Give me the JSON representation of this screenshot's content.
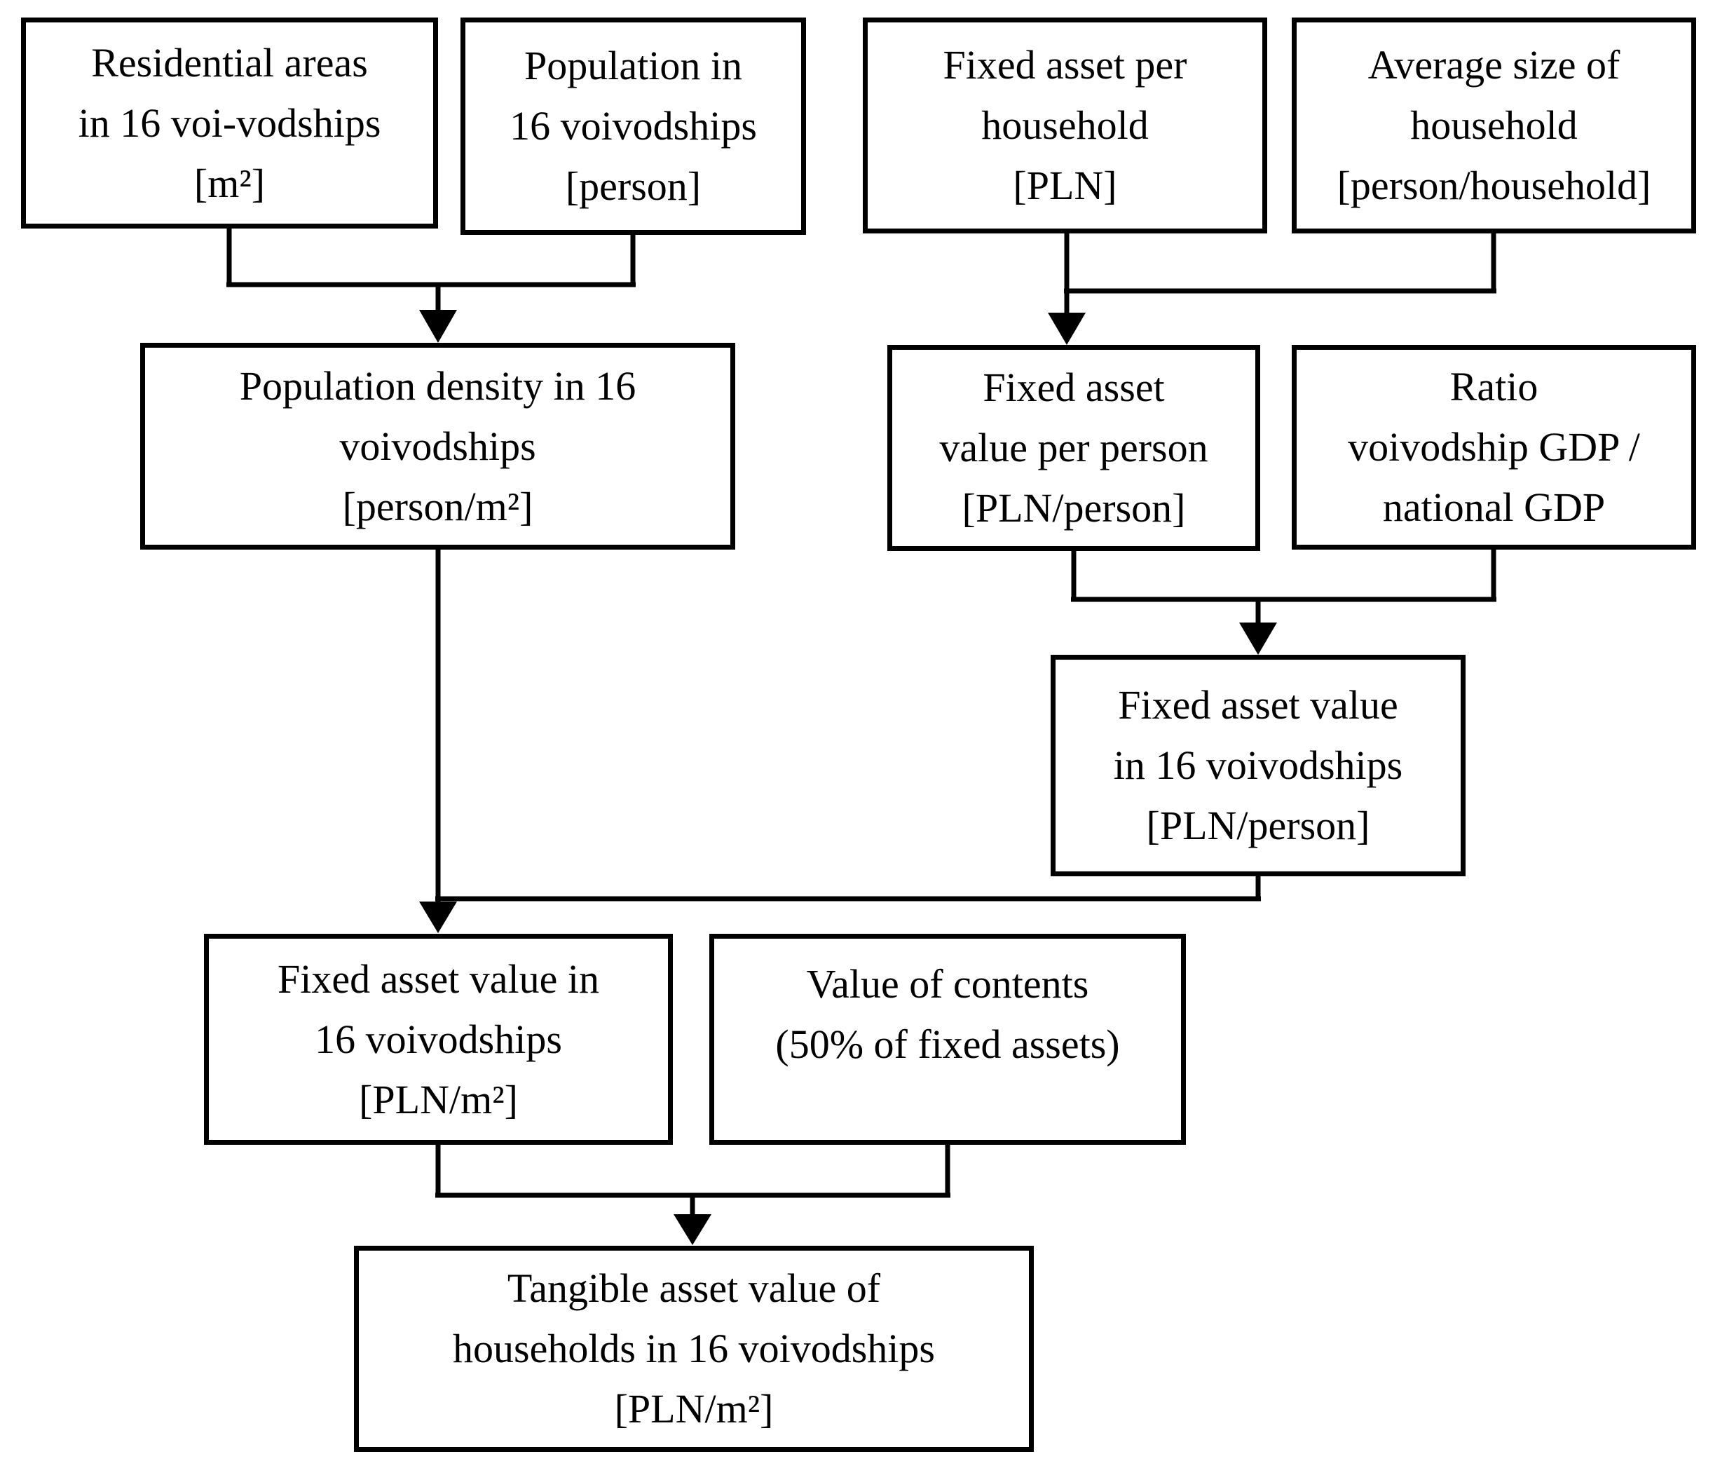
{
  "diagram": {
    "title": "Tangible asset value estimation flowchart",
    "background_color": "#ffffff",
    "line_color": "#000000",
    "text_color": "#000000",
    "nodes": {
      "residential_areas": {
        "lines": [
          "Residential areas",
          "in 16 voi-vodships",
          "[m²]"
        ]
      },
      "population": {
        "lines": [
          "Population in",
          "16 voivodships",
          "[person]"
        ]
      },
      "fixed_asset_per_household": {
        "lines": [
          "Fixed asset per",
          "household",
          "[PLN]"
        ]
      },
      "average_household_size": {
        "lines": [
          "Average size of",
          "household",
          "[person/household]"
        ]
      },
      "population_density": {
        "lines": [
          "Population density in 16",
          "voivodships",
          "[person/m²]"
        ]
      },
      "fixed_asset_value_per_person": {
        "lines": [
          "Fixed asset",
          "value per person",
          "[PLN/person]"
        ]
      },
      "gdp_ratio": {
        "lines": [
          "Ratio",
          "voivodship GDP /",
          "national GDP"
        ]
      },
      "fixed_asset_value_16": {
        "lines": [
          "Fixed asset value",
          "in 16 voivodships",
          "[PLN/person]"
        ]
      },
      "fixed_asset_value_per_m2": {
        "lines": [
          "Fixed asset value in",
          "16 voivodships",
          "[PLN/m²]"
        ]
      },
      "value_of_contents": {
        "lines": [
          "Value of contents",
          "(50% of fixed assets)"
        ]
      },
      "tangible_asset_value": {
        "lines": [
          "Tangible asset value of",
          "households in 16 voivodships",
          "[PLN/m²]"
        ]
      }
    }
  }
}
